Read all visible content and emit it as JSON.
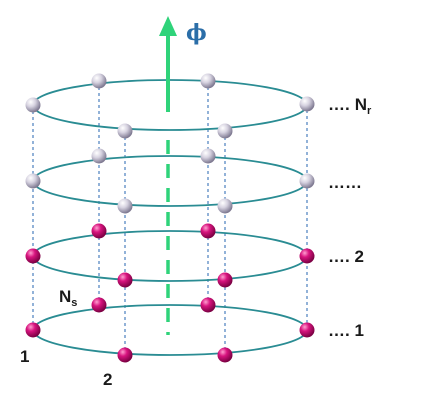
{
  "flux_label": "ϕ",
  "ring_labels": {
    "top_prefix": "….",
    "top_main": "N",
    "top_sub": "r",
    "second": "……",
    "third": "…. 2",
    "bottom": "…. 1"
  },
  "site_labels": {
    "ns_main": "N",
    "ns_sub": "s",
    "site_1": "1",
    "site_2": "2"
  },
  "colors": {
    "ring": "#2a8c93",
    "axis": "#2fd37a",
    "flux_text": "#2b6ea8",
    "upper_atom": "#c8c4d4",
    "lower_atom": "#d2127e",
    "connector": "#3a73b8"
  }
}
